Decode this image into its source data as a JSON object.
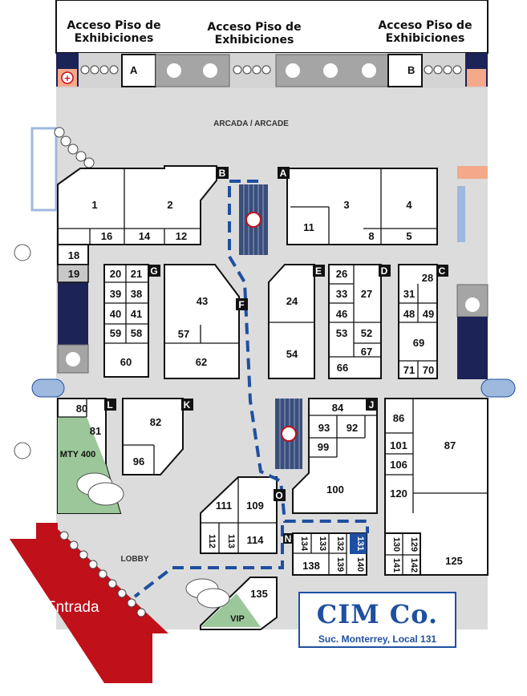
{
  "headers": {
    "left": [
      "Acceso Piso de",
      "Exhibiciones"
    ],
    "center": [
      "Acceso Piso de",
      "Exhibiciones"
    ],
    "right": [
      "Acceso Piso de",
      "Exhibiciones"
    ]
  },
  "gates": {
    "a": "A",
    "b": "B"
  },
  "zones": {
    "arcade": "ARCADA / ARCADE",
    "lobby": "LOBBY",
    "mty400": "MTY 400",
    "vip": "VIP"
  },
  "block_letters": {
    "A": "A",
    "B": "B",
    "C": "C",
    "D": "D",
    "E": "E",
    "F": "F",
    "G": "G",
    "J": "J",
    "K": "K",
    "L": "L",
    "N": "N",
    "O": "O"
  },
  "booths": {
    "b1": "1",
    "b2": "2",
    "b3": "3",
    "b4": "4",
    "b5": "5",
    "b8": "8",
    "b11": "11",
    "b12": "12",
    "b14": "14",
    "b16": "16",
    "b18": "18",
    "b19": "19",
    "b20": "20",
    "b21": "21",
    "b24": "24",
    "b26": "26",
    "b27": "27",
    "b28": "28",
    "b31": "31",
    "b33": "33",
    "b38": "38",
    "b39": "39",
    "b40": "40",
    "b41": "41",
    "b43": "43",
    "b46": "46",
    "b48": "48",
    "b49": "49",
    "b52": "52",
    "b53": "53",
    "b54": "54",
    "b57": "57",
    "b58": "58",
    "b59": "59",
    "b60": "60",
    "b62": "62",
    "b66": "66",
    "b67": "67",
    "b69": "69",
    "b70": "70",
    "b71": "71",
    "b80": "80",
    "b81": "81",
    "b82": "82",
    "b84": "84",
    "b86": "86",
    "b87": "87",
    "b92": "92",
    "b93": "93",
    "b96": "96",
    "b99": "99",
    "b100": "100",
    "b101": "101",
    "b106": "106",
    "b109": "109",
    "b111": "111",
    "b112": "112",
    "b113": "113",
    "b114": "114",
    "b120": "120",
    "b125": "125",
    "b129": "129",
    "b130": "130",
    "b131": "131",
    "b132": "132",
    "b133": "133",
    "b134": "134",
    "b135": "135",
    "b138": "138",
    "b139": "139",
    "b140": "140",
    "b141": "141",
    "b142": "142"
  },
  "highlight_booth": "131",
  "entrance": "Entrada",
  "logo": {
    "name": "CIM Co.",
    "subtitle": "Suc. Monterrey, Local 131"
  },
  "colors": {
    "floor": "#dcdcdc",
    "path": "#1f4fa0",
    "entrance": "#c0101a",
    "escalator": "#3a4e7a",
    "green_zone": "#9bc79a",
    "dark_wall": "#1c2357",
    "salmon": "#f4a98a"
  }
}
